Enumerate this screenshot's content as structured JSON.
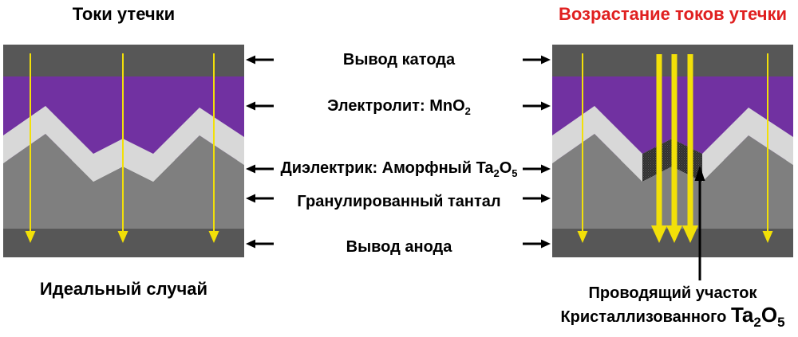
{
  "palette": {
    "terminal_gray": "#575757",
    "electrolyte_purple": "#7131a1",
    "dielectric_light_gray": "#d8d8d8",
    "tantalum_gray": "#7f7f7f",
    "leakage_yellow": "#f2e008",
    "defect_dark": "#2e2e2e",
    "defect_dot": "#5a5a5a",
    "title_red": "#e02020",
    "arrow_black": "#000000"
  },
  "left_panel": {
    "title": "Токи утечки",
    "caption": "Идеальный случай"
  },
  "right_panel": {
    "title": "Возрастание токов утечки"
  },
  "layer_labels": {
    "cathode": {
      "text": "Вывод катода"
    },
    "electrolyte": {
      "prefix": "Электролит: MnO",
      "sub": "2"
    },
    "dielectric": {
      "prefix": "Диэлектрик: Аморфный Ta",
      "sub1": "2",
      "mid": "O",
      "sub2": "5"
    },
    "tantalum": {
      "text": "Гранулированный тантал"
    },
    "anode": {
      "text": "Вывод анода"
    }
  },
  "annotation": {
    "line1": "Проводящий участок",
    "line2_prefix": "Кристаллизованного ",
    "formula_base1": "Ta",
    "formula_sub1": "2",
    "formula_base2": "O",
    "formula_sub2": "5"
  }
}
